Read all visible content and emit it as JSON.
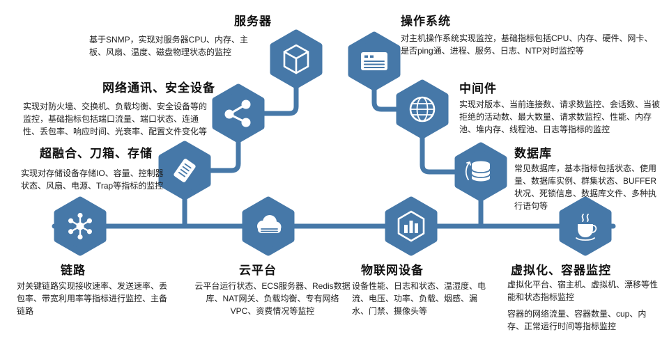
{
  "colors": {
    "accent": "#4678A8",
    "icon": "#FFFFFF",
    "title_text": "#111111",
    "body_text": "#222222",
    "background": "#FFFFFF"
  },
  "nodes": [
    {
      "id": "server",
      "icon": "cube-icon",
      "title": "服务器",
      "desc": "基于SNMP，实现对服务器CPU、内存、主板、风扇、温度、磁盘物理状态的监控"
    },
    {
      "id": "os",
      "icon": "server-rack-icon",
      "title": "操作系统",
      "desc": "对主机操作系统实现监控，基础指标包括CPU、内存、硬件、网卡、是否ping通、进程、服务、日志、NTP对时监控等"
    },
    {
      "id": "network-security",
      "icon": "share-nodes-icon",
      "title": "网络通讯、安全设备",
      "desc": "实现对防火墙、交换机、负载均衡、安全设备等的监控，基础指标包括端口流量、端口状态、连通性、丢包率、响应时间、光衰率、配置文件变化等"
    },
    {
      "id": "middleware",
      "icon": "globe-icon",
      "title": "中间件",
      "desc": "实现对版本、当前连接数、请求数监控、会话数、当被拒绝的活动数、最大数量、请求数监控、性能、内存池、堆内存、线程池、日志等指标的监控"
    },
    {
      "id": "storage",
      "icon": "scroll-icon",
      "title": "超融合、刀箱、存储",
      "desc": "实现对存储设备存储IO、容量、控制器状态、风扇、电源、Trap等指标的监控"
    },
    {
      "id": "database",
      "icon": "database-icon",
      "title": "数据库",
      "desc": "常见数据库，基本指标包括状态、使用量、数据库实例、群集状态、BUFFER状况、死锁信息、数据库文件、多种执行语句等"
    },
    {
      "id": "link",
      "icon": "hub-spoke-icon",
      "title": "链路",
      "desc": "对关键链路实现接收速率、发送速率、丢包率、带宽利用率等指标进行监控、主备链路"
    },
    {
      "id": "cloud",
      "icon": "cloud-icon",
      "title": "云平台",
      "desc": "云平台运行状态、ECS服务器、Redis数据库、NAT网关、负载均衡、专有网络VPC、资费情况等监控"
    },
    {
      "id": "iot",
      "icon": "iot-box-icon",
      "title": "物联网设备",
      "desc": "设备性能、日志和状态、温湿度、电流、电压、功率、负载、烟感、漏水、门禁、摄像头等"
    },
    {
      "id": "virtualization",
      "icon": "java-cup-icon",
      "title": "虚拟化、容器监控",
      "desc": "虚拟化平台、宿主机、虚拟机、漂移等性能和状态指标监控",
      "desc2": "容器的网络流量、容器数量、cup、内存、正常运行时间等指标监控"
    }
  ]
}
